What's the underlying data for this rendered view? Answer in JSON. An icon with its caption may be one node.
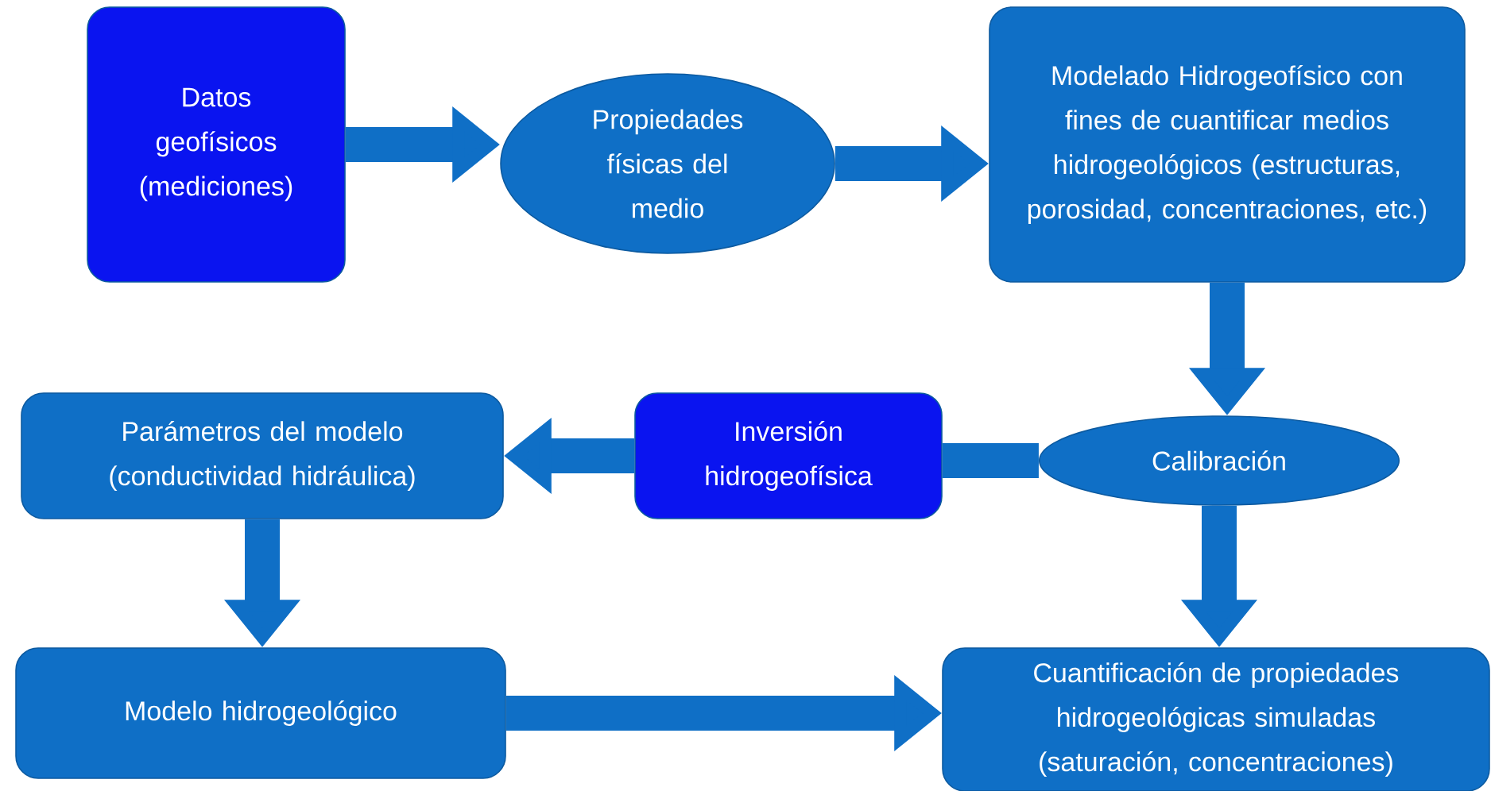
{
  "diagram": {
    "nodes": [
      {
        "text": [
          "Datos geofísicos (mediciones)"
        ]
      },
      {
        "text": [
          "Propiedades físicas del medio"
        ]
      },
      {
        "text": [
          "Modelado Hidrogeofísico con fines de cuantificar medios hidrogeológicos (estructuras, porosidad, concentraciones, etc.)"
        ]
      },
      {
        "text": [
          "Calibración"
        ]
      },
      {
        "text": [
          "Inversión hidrogeofísica"
        ]
      },
      {
        "text": [
          "Parámetros del modelo (conductividad hidráulica)"
        ]
      },
      {
        "text": [
          "Modelo hidrogeológico"
        ]
      },
      {
        "text": [
          "Cuantificación de propiedades hidrogeológicas simuladas (saturación, concentraciones)"
        ]
      }
    ],
    "edges": [
      {
        "from": 0,
        "to": 1,
        "arrow": "to"
      },
      {
        "from": 1,
        "to": 2,
        "arrow": "to"
      },
      {
        "from": 2,
        "to": 3,
        "arrow": "to"
      },
      {
        "from": 3,
        "to": 4,
        "arrow": "none"
      },
      {
        "from": 4,
        "to": 5,
        "arrow": "to"
      },
      {
        "from": 5,
        "to": 6,
        "arrow": "to"
      },
      {
        "from": 6,
        "to": 7,
        "arrow": "to"
      },
      {
        "from": 3,
        "to": 7,
        "arrow": "to"
      }
    ]
  }
}
